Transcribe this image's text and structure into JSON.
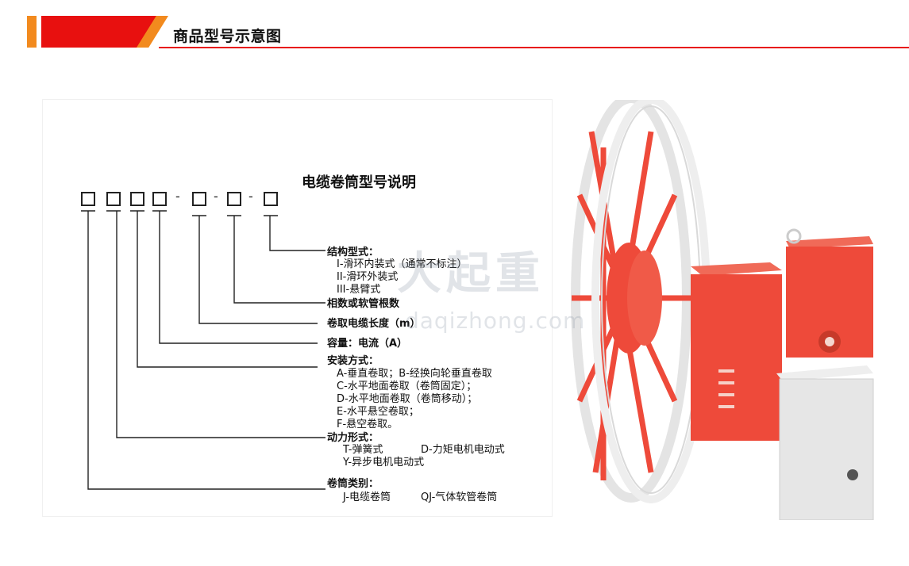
{
  "header": {
    "title": "商品型号示意图"
  },
  "diagram": {
    "title": "电缆卷筒型号说明",
    "dash": "-",
    "structure": {
      "head": "结构型式：",
      "items": [
        "I-滑环内装式（通常不标注）",
        "II-滑环外装式",
        "III-悬臂式"
      ]
    },
    "phases": "相数或软管根数",
    "length": "卷取电缆长度（m）",
    "capacity": "容量：电流（A）",
    "install": {
      "head": "安装方式：",
      "items": [
        "A-垂直卷取；B-经换向轮垂直卷取",
        "C-水平地面卷取（卷筒固定）；",
        "D-水平地面卷取（卷筒移动）；",
        "E-水平悬空卷取；",
        "F-悬空卷取。"
      ]
    },
    "power": {
      "head": "动力形式：",
      "item1a": "T-弹簧式",
      "item1b": "D-力矩电机电动式",
      "item2": "Y-异步电机电动式"
    },
    "category": {
      "head": "卷筒类别：",
      "item_a": "J-电缆卷筒",
      "item_b": "QJ-气体软管卷筒"
    }
  },
  "watermark": {
    "main": "大起重",
    "url": "daqizhong.com"
  },
  "colors": {
    "accent_red": "#e8100f",
    "accent_orange": "#f28a1e",
    "reel_red": "#ee4a3a"
  }
}
